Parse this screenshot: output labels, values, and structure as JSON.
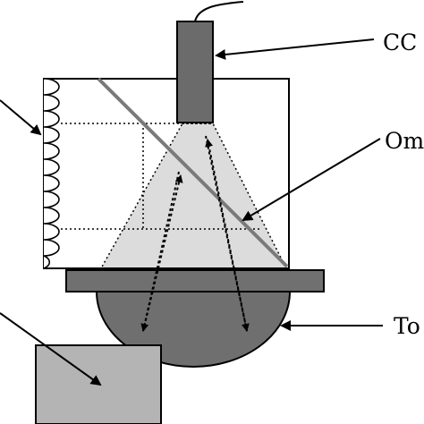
{
  "labels": {
    "ccd": "CC",
    "om": "Om",
    "to": "To"
  },
  "colors": {
    "background": "#ffffff",
    "stroke": "#000000",
    "camera": "#6b6b6b",
    "plate": "#707070",
    "dome": "#6f6f6f",
    "lightCone": "#dcdcdc",
    "source": "#b4b4b4",
    "mirror": "#7a7a7a"
  }
}
